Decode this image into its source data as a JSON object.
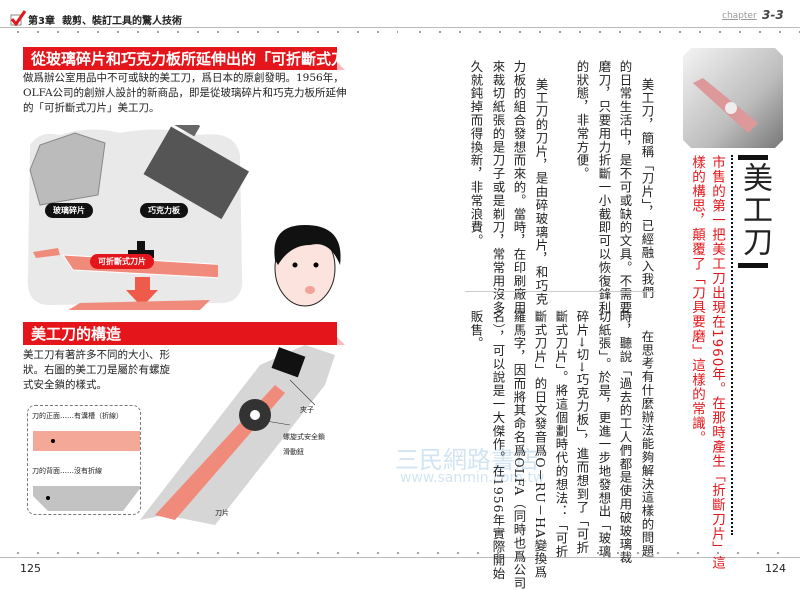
{
  "left_page": {
    "header": {
      "chapter": "第3章",
      "title": "裁剪、裝訂工具的驚人技術"
    },
    "section1": {
      "heading": "從玻璃碎片和巧克力板所延伸出的「可折斷式刀片」",
      "lines": [
        "做爲辦公室用品中不可或缺的美工刀，爲日本的原創發明。1956年，",
        "OLFA公司的創辦人設計的新商品，即是從玻璃碎片和巧克力板所延伸",
        "的「可折斷式刀片」美工刀。"
      ],
      "illustration": {
        "glass_label": "玻璃碎片",
        "chocolate_label": "巧克力板",
        "blade_label": "可折斷式刀片"
      }
    },
    "section2": {
      "heading": "美工刀的構造",
      "lines": [
        "美工刀有著許多不同的大小、形",
        "狀。右圖的美工刀是屬於有螺旋",
        "式安全鎖的樣式。"
      ],
      "inset": {
        "front_label": "刀的正面……有溝槽（折線）",
        "back_label": "刀的背面……沒有折線"
      },
      "parts": {
        "clip": "夾子",
        "lock": "螺旋式安全鎖",
        "slider": "滑動鈕",
        "blade": "刀片"
      }
    },
    "page_number": "125"
  },
  "right_page": {
    "header": {
      "chapter_word": "chapter",
      "chapter_number": "3-3"
    },
    "title": "美工刀",
    "summary_columns": [
      "市售的第一把美工刀出現在1960年。在那時產生「折斷刀片」這",
      "樣的構思，顛覆了「刀具要磨」這樣的常識。"
    ],
    "body_top": [
      "美工刀，簡稱「刀片」，已經融入我們",
      "的日常生活中，是不可或缺的文具。不需要",
      "磨刀，只要用力折斷一小截即可以恢復鋒利",
      "的狀態，非常方便。",
      "美工刀的刀片，是由碎玻璃片，和巧克",
      "力板的組合發想而來的。當時，在印刷廠用",
      "來裁切紙張的是刀子或是剃刀，常常用沒多",
      "久就鈍掉而得換新，非常浪費。"
    ],
    "body_bottom": [
      "在思考有什麼辦法能夠解決這樣的問題",
      "時，聽說「過去的工人們都是使用破玻璃裁",
      "切紙張」。於是，更進一步地發想出「玻璃",
      "碎片→切→巧克力板」，進而想到了「可折",
      "斷式刀片」。將這個劃時代的想法：「可折",
      "斷式刀片」的日文發音爲O－RU－HA變換爲",
      "羅馬字，因而將其命名爲OLFA（同時也爲公司",
      "名），可以說是一大傑作。在1956年實際開始",
      "販售。"
    ],
    "page_number": "124"
  },
  "watermark": {
    "text": "三民網路書店",
    "url": "www.sanmin.com.tw"
  },
  "colors": {
    "accent_red": "#e4161b",
    "blade_pink": "#f08a7a",
    "gray": "#cfcfcf"
  }
}
